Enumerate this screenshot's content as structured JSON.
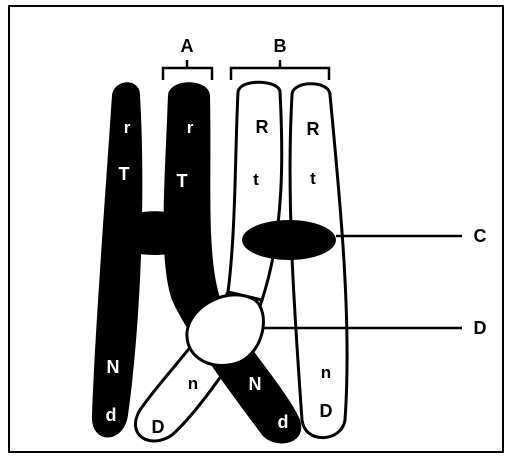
{
  "labels": {
    "bracket_a": "A",
    "bracket_b": "B",
    "pointer_c": "C",
    "pointer_d": "D"
  },
  "chromatid_1": {
    "upper_1": "r",
    "upper_2": "T",
    "lower_1": "N",
    "lower_2": "d"
  },
  "chromatid_2": {
    "upper_1": "r",
    "upper_2": "T",
    "lower_1": "N",
    "lower_2": "d"
  },
  "chromatid_3": {
    "upper_1": "R",
    "upper_2": "t",
    "lower_1": "n",
    "lower_2": "D"
  },
  "chromatid_4": {
    "upper_1": "R",
    "upper_2": "t",
    "lower_1": "n",
    "lower_2": "D"
  },
  "colors": {
    "dark_chromosome": "#000000",
    "light_chromosome": "#ffffff",
    "outline": "#000000",
    "background": "#ffffff"
  }
}
